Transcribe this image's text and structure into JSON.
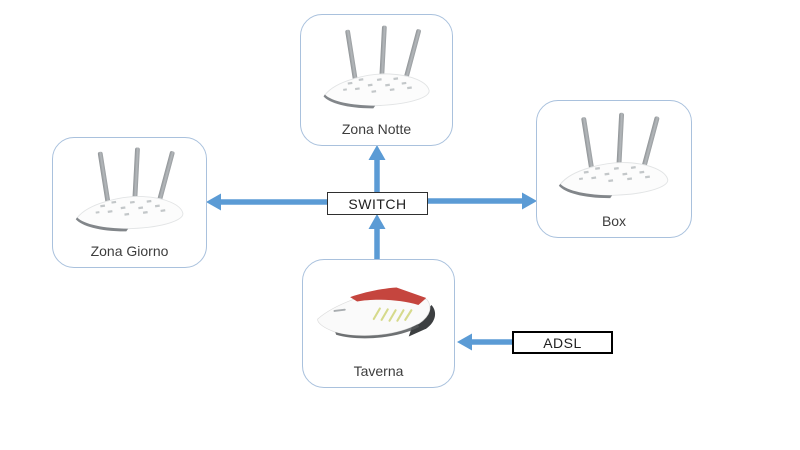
{
  "diagram": {
    "labels": {
      "switch": "SWITCH",
      "adsl": "ADSL"
    },
    "nodes": {
      "zona_notte": {
        "label": "Zona Notte",
        "device": "wifi-access-point-icon"
      },
      "zona_giorno": {
        "label": "Zona Giorno",
        "device": "wifi-access-point-icon"
      },
      "box": {
        "label": "Box",
        "device": "wifi-access-point-icon"
      },
      "taverna": {
        "label": "Taverna",
        "device": "fritzbox-router-icon"
      }
    },
    "connections": [
      {
        "from": "SWITCH",
        "to": "Zona Notte",
        "direction": "up"
      },
      {
        "from": "SWITCH",
        "to": "Zona Giorno",
        "direction": "left"
      },
      {
        "from": "SWITCH",
        "to": "Box",
        "direction": "right"
      },
      {
        "from": "Taverna",
        "to": "SWITCH",
        "direction": "up"
      },
      {
        "from": "ADSL",
        "to": "Taverna",
        "direction": "left"
      }
    ],
    "colors": {
      "arrow_blue": "#5B9BD5",
      "node_border": "#A9C1DD",
      "switch_border": "#2F2F2F",
      "adsl_border": "#000000",
      "label_text": "#3D3D3D",
      "router_red": "#C5453E",
      "antenna_gray": "#9A9EA1"
    }
  }
}
